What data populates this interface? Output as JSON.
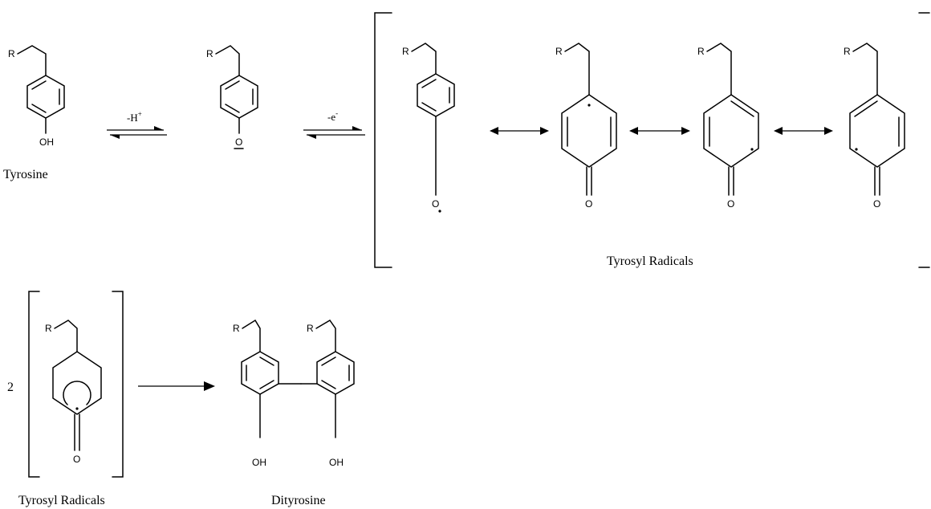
{
  "labels": {
    "tyrosine": "Tyrosine",
    "tyrosyl_radicals_top": "Tyrosyl Radicals",
    "tyrosyl_radicals_bottom": "Tyrosyl Radicals",
    "dityrosine": "Dityrosine",
    "coefficient": "2"
  },
  "atoms": {
    "r": "R",
    "oh": "OH",
    "o": "O"
  },
  "conditions": {
    "deprotonation": "-H",
    "deprotonation_sup": "+",
    "oxidation": "-e",
    "oxidation_sup": "-"
  }
}
